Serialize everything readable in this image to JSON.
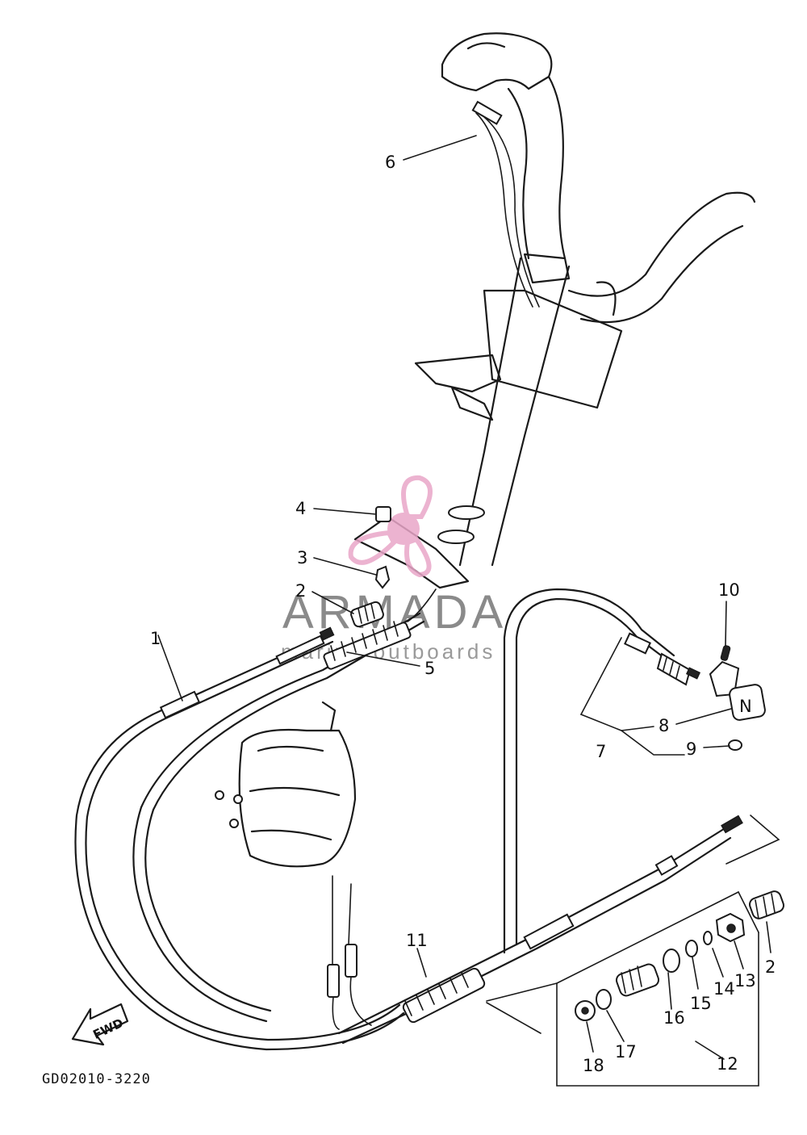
{
  "callouts": {
    "c1": "1",
    "c2": "2",
    "c2b": "2",
    "c3": "3",
    "c4": "4",
    "c5": "5",
    "c6": "6",
    "c7": "7",
    "c8": "8",
    "c9": "9",
    "c10": "10",
    "c11": "11",
    "c12": "12",
    "c13": "13",
    "c14": "14",
    "c15": "15",
    "c16": "16",
    "c17": "17",
    "c18": "18"
  },
  "fwd_label": "FWD",
  "reference_code": "GD02010-3220",
  "watermark": {
    "brand": "ARMADA",
    "tagline": "marine outboards",
    "accent_color": "#e9a6c8"
  },
  "indicator_letter": "N",
  "ink_color": "#1a1a1a"
}
